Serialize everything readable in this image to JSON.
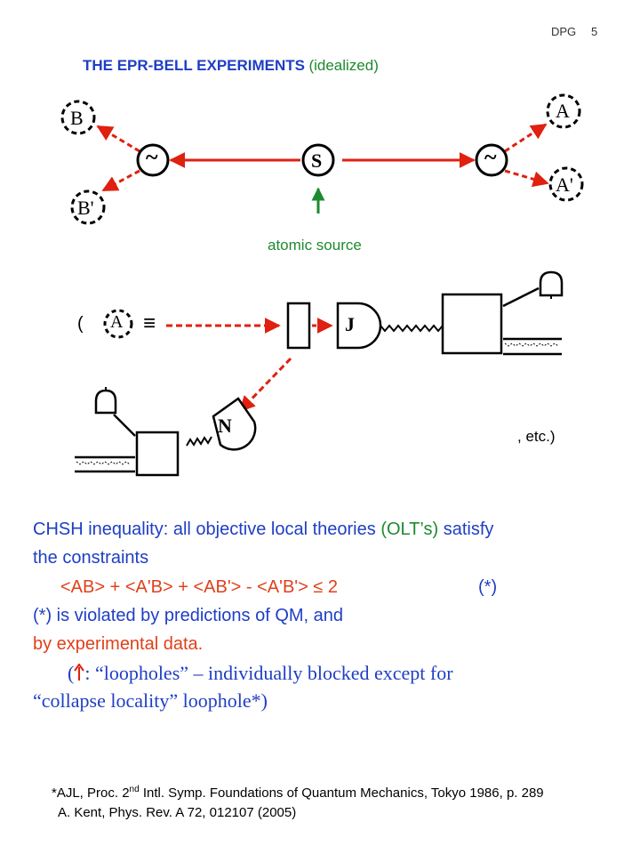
{
  "header": {
    "left": "DPG",
    "right": "5"
  },
  "title": {
    "main": "THE EPR-BELL EXPERIMENTS",
    "sub": "(idealized)"
  },
  "diagram_top": {
    "source_label": "S",
    "tilde_left": "~",
    "tilde_right": "~",
    "detectors": {
      "B": "B",
      "B_prime": "B'",
      "A": "A",
      "A_prime": "A'"
    },
    "source_caption": "atomic source"
  },
  "diagram_bottom": {
    "open_paren": "(",
    "A_label": "A",
    "equiv": "≡",
    "J_label": "J",
    "N_label": "N",
    "etc": ", etc.)"
  },
  "text": {
    "line1_blue_a": "CHSH inequality: all objective local theories ",
    "line1_green": "(OLT’s)",
    "line1_blue_b": " satisfy",
    "line2": "the constraints",
    "line3_ineq": "<AB> + <A'B> + <AB'> - <A'B'> ≤ 2",
    "line3_mark": "(*)",
    "line4": "(*) is violated by predictions of QM, and",
    "line5": "by experimental data.",
    "line6_open": "(",
    "line6_rest": ": “loopholes” – individually blocked except for",
    "line7": "“collapse locality” loophole*)"
  },
  "footnotes": {
    "f1_a": "*AJL, Proc. 2",
    "f1_sup": "nd",
    "f1_b": " Intl. Symp. Foundations of Quantum Mechanics, Tokyo 1986, p. 289",
    "f2": "A. Kent, Phys. Rev. A 72, 012107 (2005)"
  },
  "colors": {
    "blue": "#1f3ec4",
    "green": "#1d8a2e",
    "red": "#e02010",
    "orange_red": "#e0401a",
    "black": "#000000"
  }
}
